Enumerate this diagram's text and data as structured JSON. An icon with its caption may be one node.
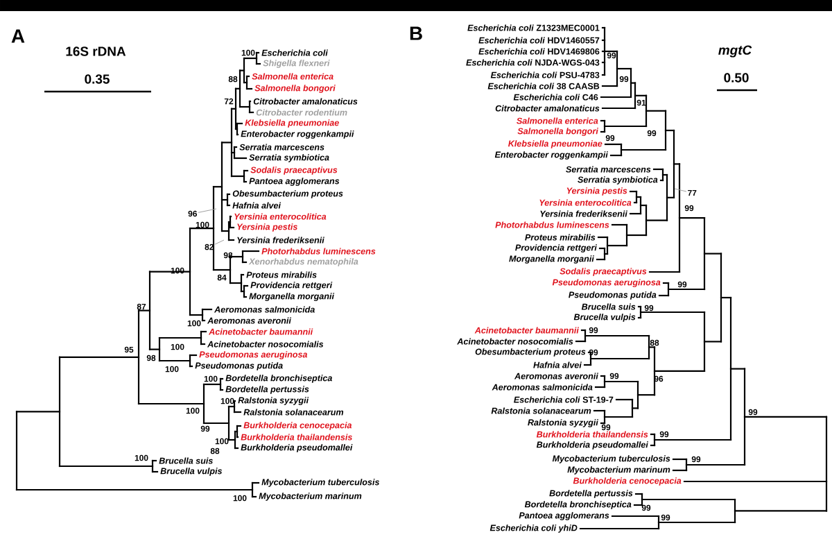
{
  "diagram": {
    "nodes": [
      {
        "text": [
          "96"
        ]
      },
      {
        "text": [
          "82"
        ]
      },
      {
        "text": [
          "77"
        ]
      }
    ],
    "edges": [
      {
        "from": 0,
        "to": null,
        "arrow": "none"
      },
      {
        "from": 1,
        "to": null,
        "arrow": "none"
      },
      {
        "from": 2,
        "to": null,
        "arrow": "none"
      }
    ],
    "labels": [
      "A",
      "16S rDNA",
      "0.35",
      "Escherichia coli",
      "Shigella flexneri",
      "Salmonella enterica",
      "Salmonella bongori",
      "Citrobacter amalonaticus",
      "Citrobacter rodentium",
      "Klebsiella pneumoniae",
      "Enterobacter roggenkampii",
      "Serratia marcescens",
      "Serratia symbiotica",
      "Sodalis praecaptivus",
      "Pantoea agglomerans",
      "Obesumbacterium proteus",
      "Hafnia alvei",
      "Yersinia enterocolitica",
      "Yersinia pestis",
      "Yersinia frederiksenii",
      "Photorhabdus luminescens",
      "Xenorhabdus nematophila",
      "Proteus mirabilis",
      "Providencia rettgeri",
      "Morganella morganii",
      "Aeromonas salmonicida",
      "Aeromonas averonii",
      "Acinetobacter baumannii",
      "Acinetobacter nosocomialis",
      "Pseudomonas aeruginosa",
      "Pseudomonas putida",
      "Bordetella bronchiseptica",
      "Bordetella pertussis",
      "Ralstonia syzygii",
      "Ralstonia solanacearum",
      "Burkholderia cenocepacia",
      "Burkholderia thailandensis",
      "Burkholderia pseudomallei",
      "Brucella suis",
      "Brucella vulpis",
      "Mycobacterium tuberculosis",
      "Mycobacterium marinum",
      "100",
      "88",
      "72",
      "100",
      "98",
      "84",
      "100",
      "87",
      "100",
      "95",
      "100",
      "98",
      "100",
      "100",
      "100",
      "100",
      "99",
      "100",
      "88",
      "100",
      "100",
      "B",
      "mgtC",
      "0.50",
      "*Escherichia coli* Z1323MEC0001",
      "*Escherichia coli* HDV1460557",
      "*Escherichia coli* HDV1469806",
      "*Escherichia coli* NJDA-WGS-043",
      "*Escherichia coli* PSU-4783",
      "*Escherichia coli* 38 CAASB",
      "*Escherichia coli* C46",
      "Citrobacter amalonaticus",
      "Salmonella enterica",
      "Salmonella bongori",
      "Klebsiella pneumoniae",
      "Enterobacter roggenkampii",
      "Serratia marcescens",
      "Serratia symbiotica",
      "Yersinia pestis",
      "Yersinia enterocolitica",
      "Yersinia frederiksenii",
      "Photorhabdus luminescens",
      "Proteus mirabilis",
      "Providencia rettgeri",
      "Morganella morganii",
      "Sodalis praecaptivus",
      "Pseudomonas aeruginosa",
      "Pseudomonas putida",
      "Brucella suis",
      "Brucella vulpis",
      "Acinetobacter baumannii",
      "Acinetobacter nosocomialis",
      "Obesumbacterium proteus",
      "Hafnia alvei",
      "Aeromonas averonii",
      "Aeromonas salmonicida",
      "*Escherichia coli* ST-19-7",
      "Ralstonia solanacearum",
      "Ralstonia syzygii",
      "Burkholderia thailandensis",
      "Burkholderia pseudomallei",
      "Mycobacterium tuberculosis",
      "Mycobacterium marinum",
      "Burkholderia cenocepacia",
      "Bordetella pertussis",
      "Bordetella bronchiseptica",
      "Pantoea agglomerans",
      "Escherichia coli yhiD",
      "99",
      "99",
      "91",
      "99",
      "99",
      "99",
      "99",
      "99",
      "99",
      "88",
      "99",
      "99",
      "96",
      "99",
      "99",
      "99",
      "99",
      "99",
      "99"
    ]
  }
}
